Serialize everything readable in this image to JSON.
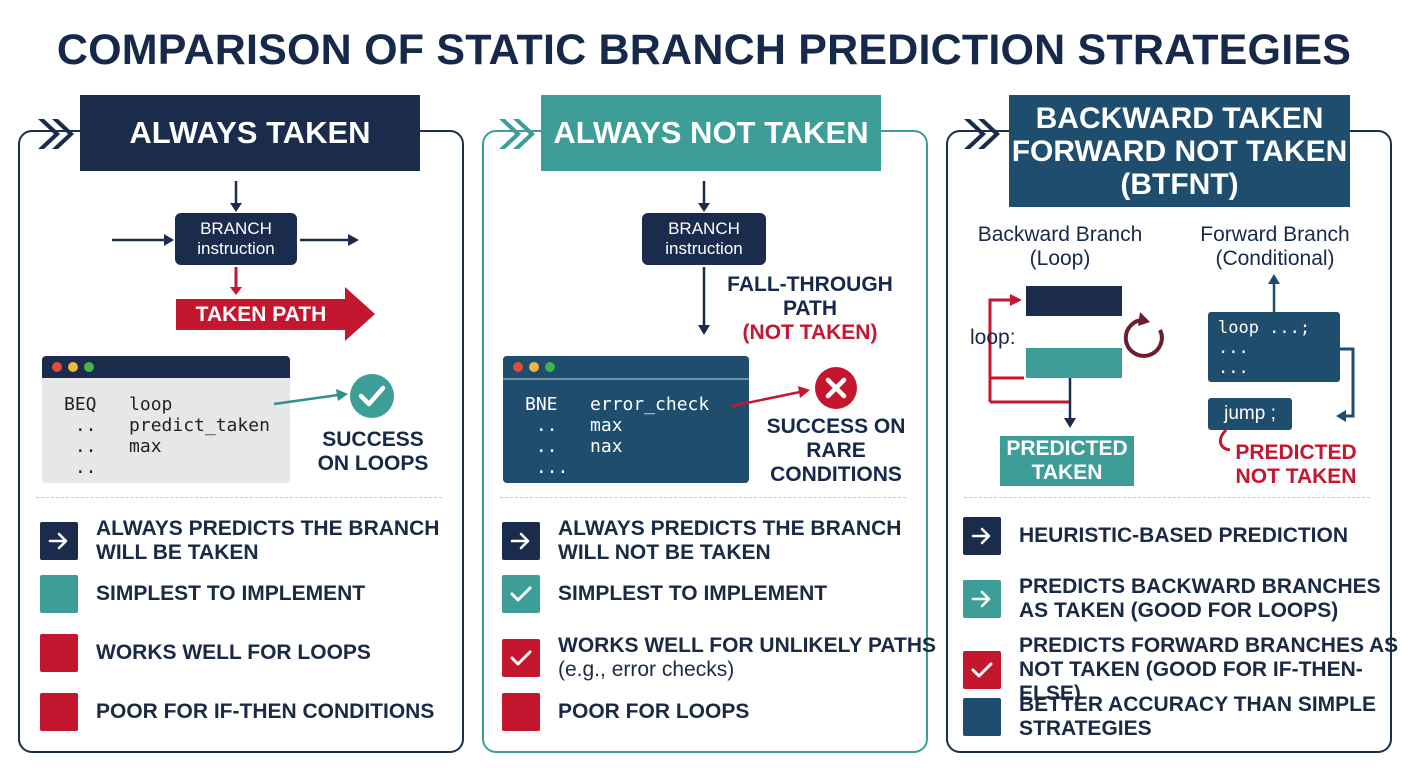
{
  "title": "COMPARISON OF STATIC BRANCH PREDICTION STRATEGIES",
  "colors": {
    "navy": "#1b2b4b",
    "teal": "#3d9e98",
    "red": "#c4172f",
    "blue": "#1e4d6e"
  },
  "panel1": {
    "header": "ALWAYS TAKEN",
    "node_line1": "BRANCH",
    "node_line2": "instruction",
    "taken_path": "TAKEN PATH",
    "code_line1": "BEQ   loop",
    "code_line2": " ..   predict_taken",
    "code_line3": " ..   max",
    "code_line4": " ..",
    "success_line1": "SUCCESS",
    "success_line2": "ON LOOPS",
    "features": [
      {
        "icon": "arrow-icon",
        "color": "#1b2b4b",
        "line1": "ALWAYS PREDICTS THE BRANCH",
        "line2": "WILL BE TAKEN"
      },
      {
        "icon": "none",
        "color": "#3d9e98",
        "line1": "SIMPLEST TO IMPLEMENT",
        "line2": ""
      },
      {
        "icon": "none",
        "color": "#c4172f",
        "line1": "WORKS WELL FOR LOOPS",
        "line2": ""
      },
      {
        "icon": "none",
        "color": "#c4172f",
        "line1": "POOR FOR IF-THEN CONDITIONS",
        "line2": ""
      }
    ]
  },
  "panel2": {
    "header": "ALWAYS NOT TAKEN",
    "node_line1": "BRANCH",
    "node_line2": "instruction",
    "fall_line1": "FALL-THROUGH",
    "fall_line2": "PATH",
    "fall_line3": "(NOT TAKEN)",
    "code_line1": "BNE   error_check",
    "code_line2": " ..   max",
    "code_line3": " ..   nax",
    "code_line4": " ...",
    "success_line1": "SUCCESS ON",
    "success_line2": "RARE",
    "success_line3": "CONDITIONS",
    "features": [
      {
        "icon": "arrow-icon",
        "color": "#1b2b4b",
        "line1": "ALWAYS PREDICTS THE BRANCH",
        "line2": "WILL NOT BE TAKEN"
      },
      {
        "icon": "check-icon",
        "color": "#3d9e98",
        "line1": "SIMPLEST TO IMPLEMENT",
        "line2": ""
      },
      {
        "icon": "check-icon",
        "color": "#c4172f",
        "line1": "WORKS WELL FOR UNLIKELY PATHS",
        "line2": "(e.g., error checks)"
      },
      {
        "icon": "none",
        "color": "#c4172f",
        "line1": "POOR FOR LOOPS",
        "line2": ""
      }
    ]
  },
  "panel3": {
    "header_line1": "BACKWARD TAKEN",
    "header_line2": "FORWARD NOT TAKEN",
    "header_line3": "(BTFNT)",
    "backward_line1": "Backward Branch",
    "backward_line2": "(Loop)",
    "forward_line1": "Forward Branch",
    "forward_line2": "(Conditional)",
    "loop_label": "loop:",
    "code_line1": "loop ...;",
    "code_line2": "...",
    "code_line3": "...",
    "jump_label": "jump ;",
    "pred_taken_line1": "PREDICTED",
    "pred_taken_line2": "TAKEN",
    "pred_not_line1": "PREDICTED",
    "pred_not_line2": "NOT TAKEN",
    "features": [
      {
        "icon": "arrow-icon",
        "color": "#1b2b4b",
        "line1": "HEURISTIC-BASED PREDICTION",
        "line2": ""
      },
      {
        "icon": "arrow-icon",
        "color": "#3d9e98",
        "line1": "PREDICTS BACKWARD BRANCHES",
        "line2": "AS TAKEN (GOOD FOR LOOPS)"
      },
      {
        "icon": "check-icon",
        "color": "#c4172f",
        "line1": "PREDICTS FORWARD BRANCHES AS",
        "line2": "NOT TAKEN (GOOD FOR IF-THEN-ELSE)"
      },
      {
        "icon": "none",
        "color": "#1e4d6e",
        "line1": "BETTER ACCURACY THAN SIMPLE",
        "line2": "STRATEGIES"
      }
    ]
  }
}
